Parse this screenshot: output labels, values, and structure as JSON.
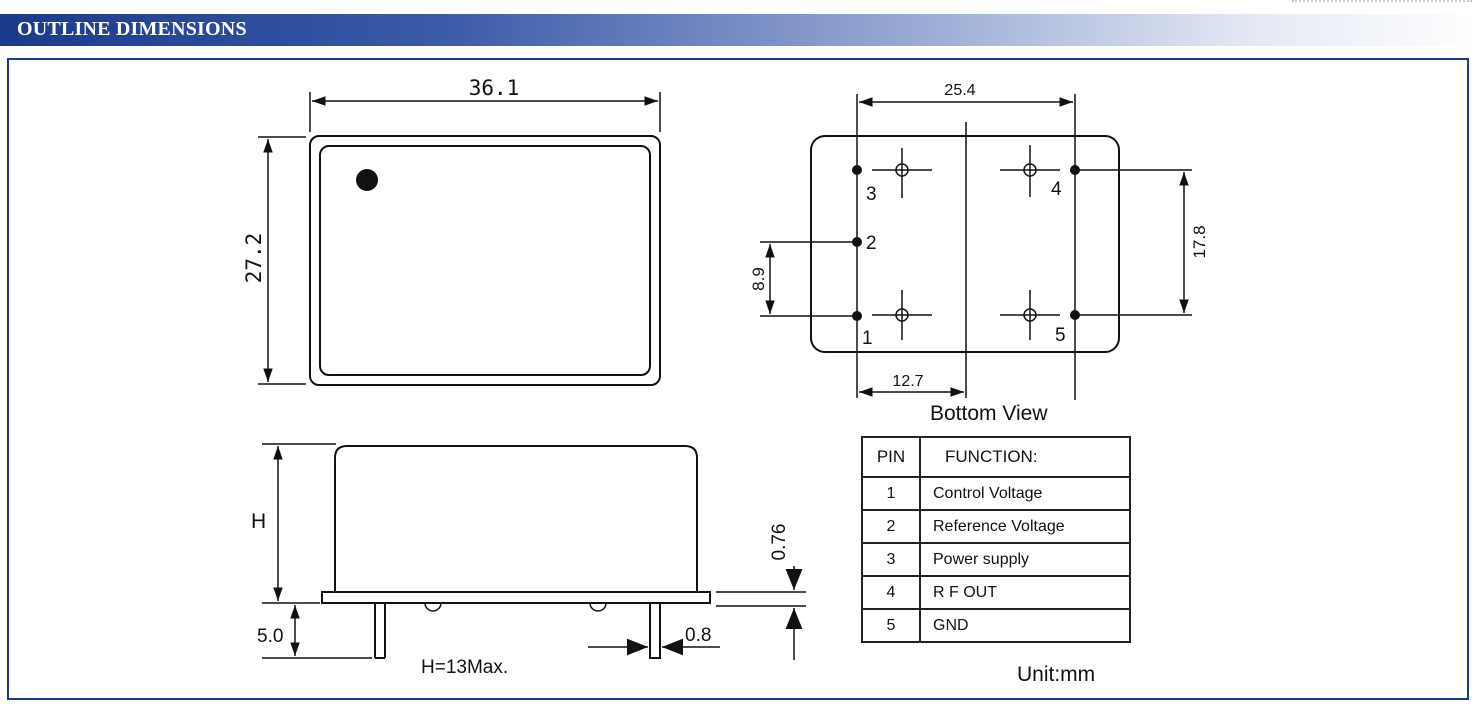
{
  "header": {
    "title": "OUTLINE DIMENSIONS"
  },
  "top_view": {
    "width_dim": "36.1",
    "height_dim": "27.2"
  },
  "bottom_view": {
    "label": "Bottom View",
    "dim_pin_span": "25.4",
    "dim_vertical": "17.8",
    "dim_pin_pitch": "8.9",
    "dim_half": "12.7",
    "pins": [
      "1",
      "2",
      "3",
      "4",
      "5"
    ]
  },
  "side_view": {
    "height_dim": "H",
    "pin_length_dim": "5.0",
    "pin_width_dim": "0.8",
    "base_thickness_dim": "0.76",
    "note": "H=13Max."
  },
  "pin_table": {
    "headers": [
      "PIN",
      "FUNCTION:"
    ],
    "rows": [
      {
        "pin": "1",
        "function": "Control  Voltage"
      },
      {
        "pin": "2",
        "function": "Reference Voltage"
      },
      {
        "pin": "3",
        "function": "Power supply"
      },
      {
        "pin": "4",
        "function": "R F OUT"
      },
      {
        "pin": "5",
        "function": "GND"
      }
    ]
  },
  "unit": "Unit:mm",
  "colors": {
    "header_start": "#1b3a8c",
    "frame": "#1b3a8c",
    "ink": "#111111"
  }
}
